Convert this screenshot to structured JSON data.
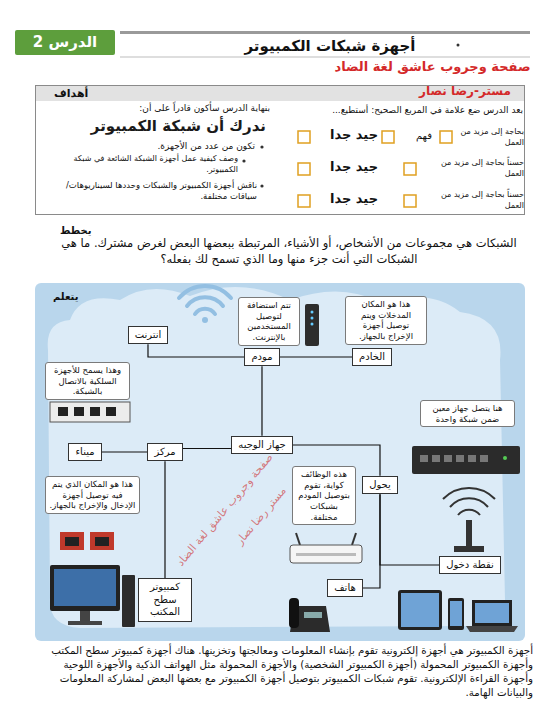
{
  "diagram": {
    "title": "أجهزة شبكات الكمبيوتر",
    "nodes": [
      {
        "text": [
          "الدرس 2"
        ]
      },
      {
        "text": [
          "أهداف"
        ]
      },
      {
        "text": [
          "يتعلم"
        ]
      },
      {
        "text": [
          "انترنت"
        ],
        "in": 2
      },
      {
        "text": [
          "تتم استضافة لتوصيل المستخدمين بالإنترنت."
        ],
        "in": 2
      },
      {
        "text": [
          "هذا هو المكان المدخلات ويتم توصيل أجهزة الإخراج بالجهاز."
        ],
        "in": 2
      },
      {
        "text": [
          "وهذا يسمح للأجهزة السلكية بالاتصال بالشبكة."
        ],
        "in": 2
      },
      {
        "text": [
          "مودم"
        ],
        "in": 2
      },
      {
        "text": [
          "الخادم"
        ],
        "in": 2
      },
      {
        "text": [
          "هنا يتصل جهاز معين ضمن شبكة واحدة"
        ],
        "in": 2
      },
      {
        "text": [
          "مركز"
        ],
        "in": 2
      },
      {
        "text": [
          "جهاز الوجيه"
        ],
        "in": 2
      },
      {
        "text": [
          "ميناء"
        ],
        "in": 2
      },
      {
        "text": [
          "يحول"
        ],
        "in": 2
      },
      {
        "text": [
          "هذا هو المكان الذي يتم فيه توصيل أجهزة الإدخال والإخراج بالجهاز."
        ],
        "in": 2
      },
      {
        "text": [
          "هذه الوظائف كواية، تقوم بتوصيل المودم بشبكات مختلفة."
        ],
        "in": 2
      },
      {
        "text": [
          "نقطة دخول"
        ],
        "in": 2
      },
      {
        "text": [
          "كمبيوتر سطح المكتب"
        ],
        "in": 2
      },
      {
        "text": [
          "هاتف"
        ],
        "in": 2
      }
    ],
    "edges": [
      {
        "from": 3,
        "to": 7,
        "arrow": "none"
      },
      {
        "from": 7,
        "to": 8,
        "arrow": "none"
      },
      {
        "from": 7,
        "to": 11,
        "arrow": "none"
      },
      {
        "from": 11,
        "to": 10,
        "arrow": "none"
      },
      {
        "from": 11,
        "to": 13,
        "arrow": "none"
      },
      {
        "from": 10,
        "to": 12,
        "arrow": "none"
      },
      {
        "from": 10,
        "to": 17,
        "arrow": "none"
      },
      {
        "from": 13,
        "to": 16,
        "arrow": "none"
      },
      {
        "from": 13,
        "to": 18,
        "arrow": "none"
      }
    ],
    "labels": [
      "صفحة وجروب عاشق لغة الضاد",
      "مستر-رضا نصار",
      "بنهاية الدرس سأكون قادراً على أن:",
      "ندرك أن شبكة الكمبيوتر",
      "تكون من عدد من الأجهزة.",
      "وصف كيفية عمل أجهزة الشبكة الشائعة في شبكة الكمبيوتر.",
      "ناقش أجهزة الكمبيوتر والشبكات وحددها لسيناريوهات/سياقات مختلفة.",
      "بعد الدرس ضع علامة في المربع الصحيح: أستطيع...",
      "بحاجة إلى مزيد من العمل",
      "فهم",
      "جيد جدا",
      "حسناً بحاجة إلى مزيد من العمل",
      "جيد جدا",
      "حسناً بحاجة إلى مزيد من العمل",
      "جيد جدا",
      "يخطط",
      "الشبكات هي مجموعات من الأشخاص، أو الأشياء، المرتبطة ببعضها البعض لغرض مشترك. ما هي الشبكات التي أنت جزء منها وما الذي تسمح لك بفعله؟",
      "أجهزة الكمبيوتر هي أجهزة إلكترونية تقوم بإنشاء المعلومات ومعالجتها وتخزينها. هناك أجهزة كمبيوتر سطح المكتب وأجهزة الكمبيوتر المحمولة (أجهزة الكمبيوتر الشخصية) والأجهزة المحمولة مثل الهواتف الذكية والأجهزة اللوحية وأجهزة القراءة الإلكترونية. تقوم شبكات الكمبيوتر بتوصيل أجهزة الكمبيوتر مع بعضها البعض لمشاركة المعلومات والبيانات الهامة.",
      "صفحة وجروب عاشق لغة الضاد",
      "مستر رضا نصار"
    ]
  }
}
